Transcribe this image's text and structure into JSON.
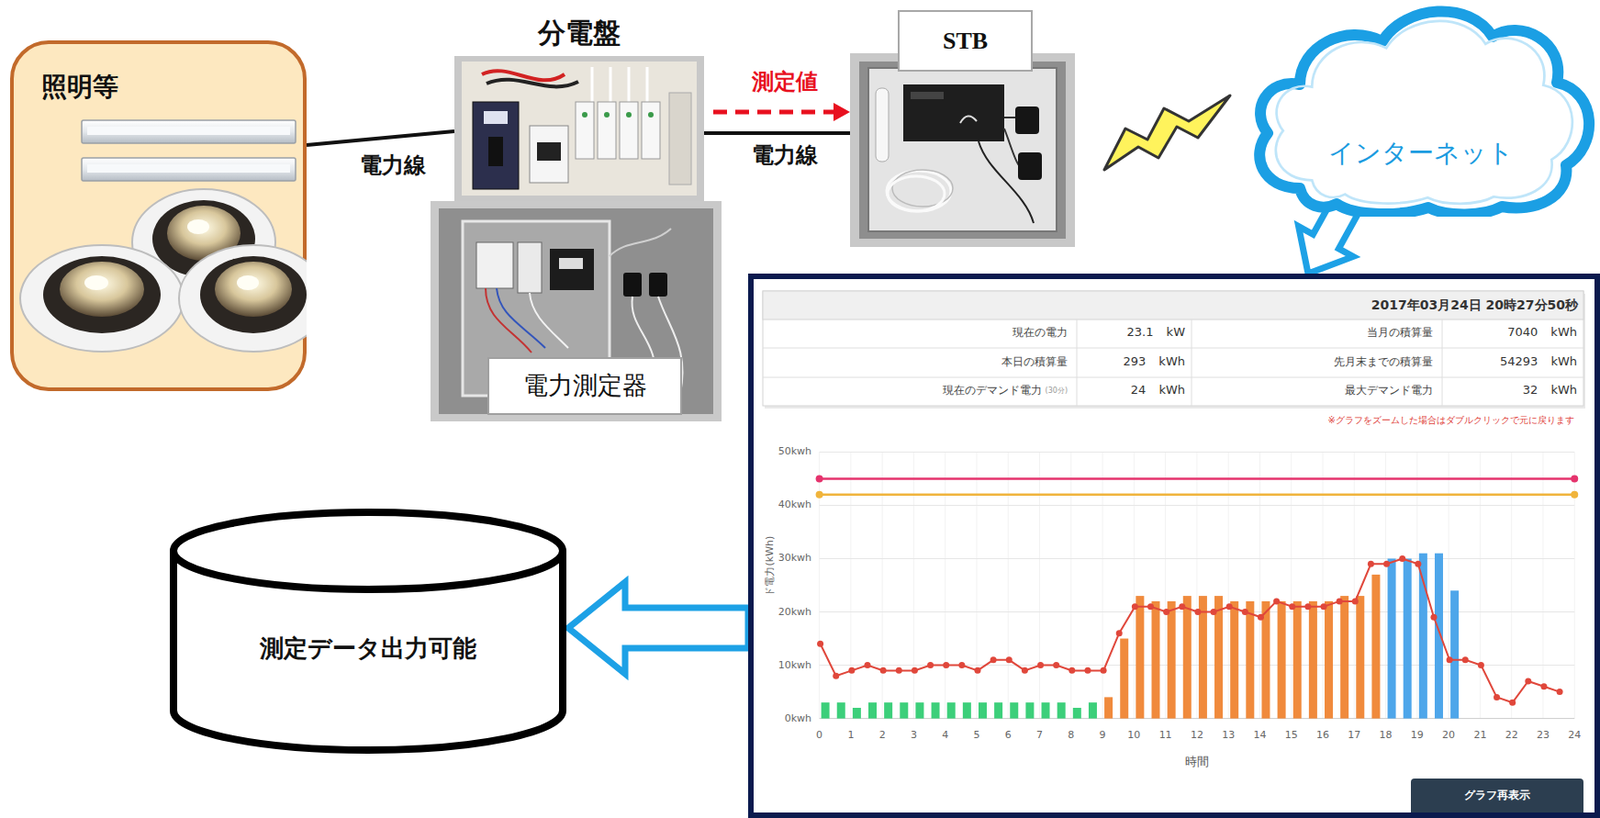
{
  "diagram": {
    "nodes": [
      {
        "text": [
          "照明等"
        ]
      },
      {
        "text": [
          "分電盤"
        ]
      },
      {
        "text": [
          "電力測定器"
        ]
      },
      {
        "text": [
          "STB"
        ]
      },
      {
        "text": [
          "インターネット"
        ]
      },
      {
        "text": [
          "2017年03月24日 20時27分50秒"
        ]
      },
      {
        "text": [
          "測定データ出力可能"
        ]
      },
      {
        "text": [
          "グラフ再表示"
        ],
        "in": 5
      }
    ],
    "edges": [
      {
        "from": 0,
        "to": 1,
        "label": "電力線",
        "arrow": "none"
      },
      {
        "from": 1,
        "to": 3,
        "label": "電力線",
        "arrow": "none"
      },
      {
        "from": 1,
        "to": 3,
        "label": "測定値",
        "arrow": "to"
      },
      {
        "from": 4,
        "to": 5,
        "arrow": "to"
      },
      {
        "from": 5,
        "to": 6,
        "arrow": "to"
      }
    ],
    "labels": [
      "現在の電力",
      "23.1 kW",
      "当月の積算量",
      "7040 kWh",
      "本日の積算量",
      "293 kWh",
      "先月末までの積算量",
      "54293 kWh",
      "現在のデマンド電力",
      "(30分)",
      "24 kWh",
      "最大デマンド電力",
      "32 kWh",
      "※グラフをズームした場合はダブルクリックで元に戻ります",
      "50kwh",
      "40kwh",
      "30kwh",
      "20kwh",
      "10kwh",
      "0kwh",
      "ド電力(kWh)",
      "0",
      "1",
      "2",
      "3",
      "4",
      "5",
      "6",
      "7",
      "8",
      "9",
      "10",
      "11",
      "12",
      "13",
      "14",
      "15",
      "16",
      "17",
      "18",
      "19",
      "20",
      "21",
      "22",
      "23",
      "24",
      "時間"
    ]
  }
}
